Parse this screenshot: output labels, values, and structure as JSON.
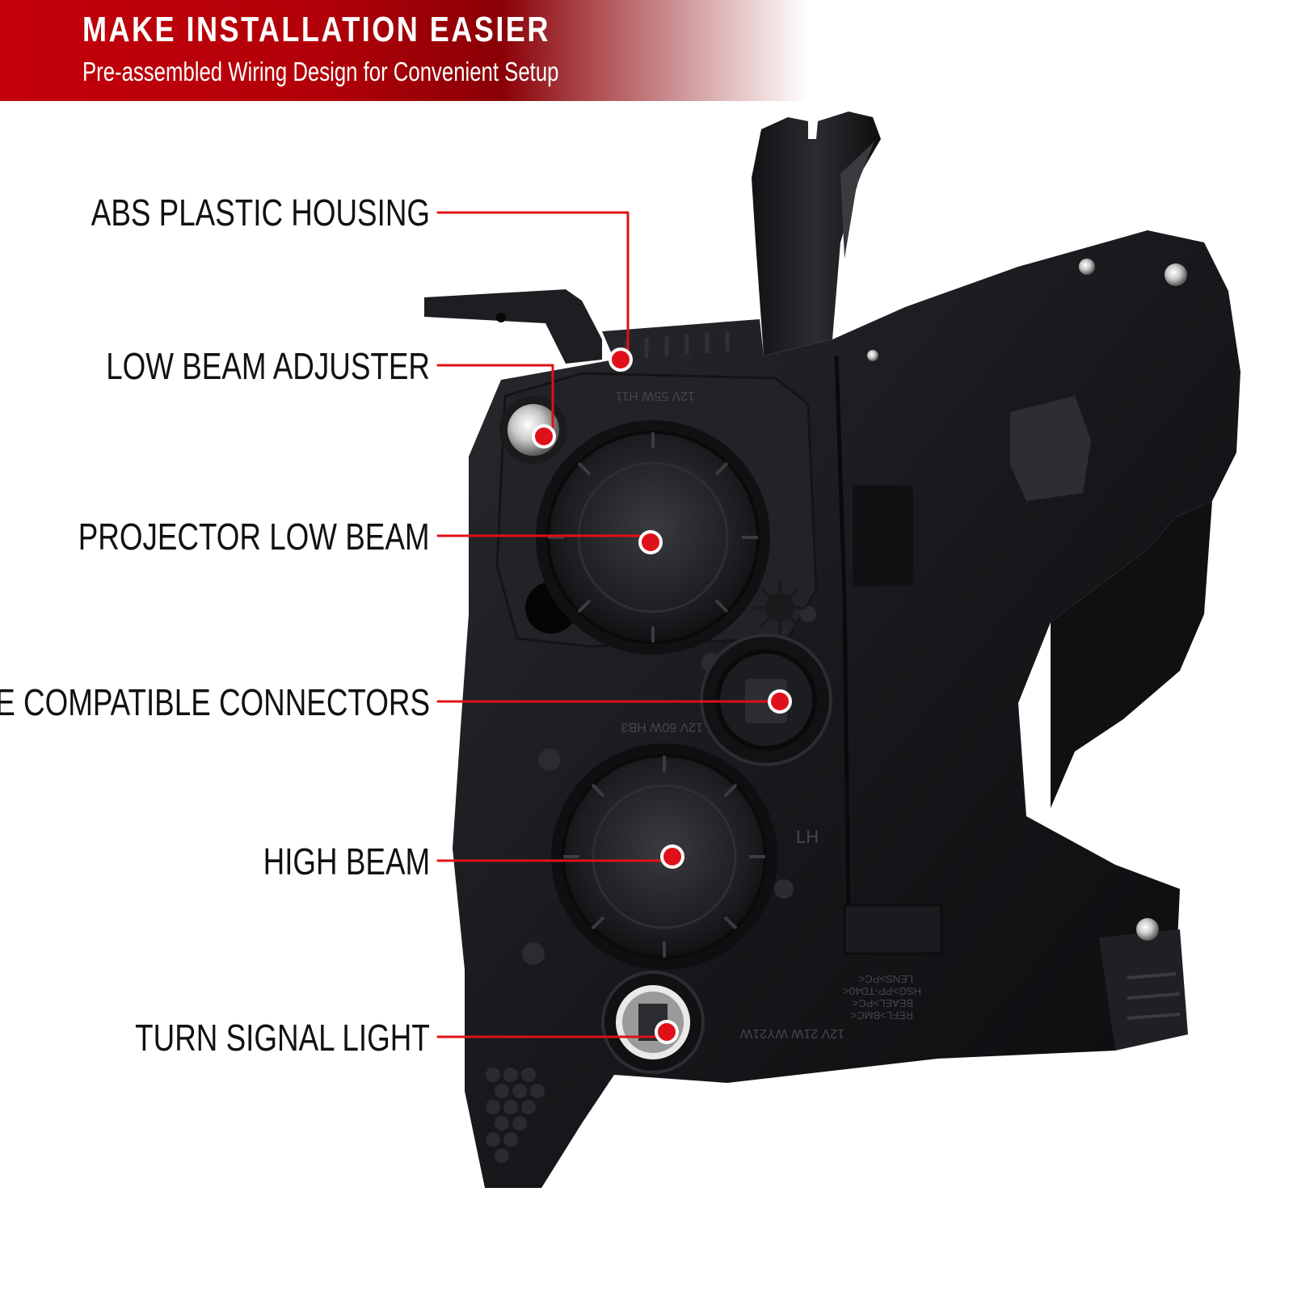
{
  "banner": {
    "title": "MAKE INSTALLATION EASIER",
    "subtitle": "Pre-assembled Wiring Design for Convenient Setup",
    "color": "#c4000b"
  },
  "accent_color": "#e0101a",
  "callouts": [
    {
      "label": "ABS PLASTIC HOUSING"
    },
    {
      "label": "LOW BEAM ADJUSTER"
    },
    {
      "label": "PROJECTOR LOW BEAM"
    },
    {
      "label": "OE COMPATIBLE CONNECTORS"
    },
    {
      "label": "HIGH BEAM"
    },
    {
      "label": "TURN SIGNAL LIGHT"
    }
  ],
  "housing_markings": {
    "low_beam_bulb": "12V 55W H11",
    "high_beam_bulb": "12V 60W HB3",
    "side": "LH",
    "turn_bulb": "12V 21W WY21W",
    "materials": [
      "LENS>PC<",
      "HSG>PP-TD40<",
      "BEAEL>PC<",
      "REFL>BMC<"
    ]
  }
}
